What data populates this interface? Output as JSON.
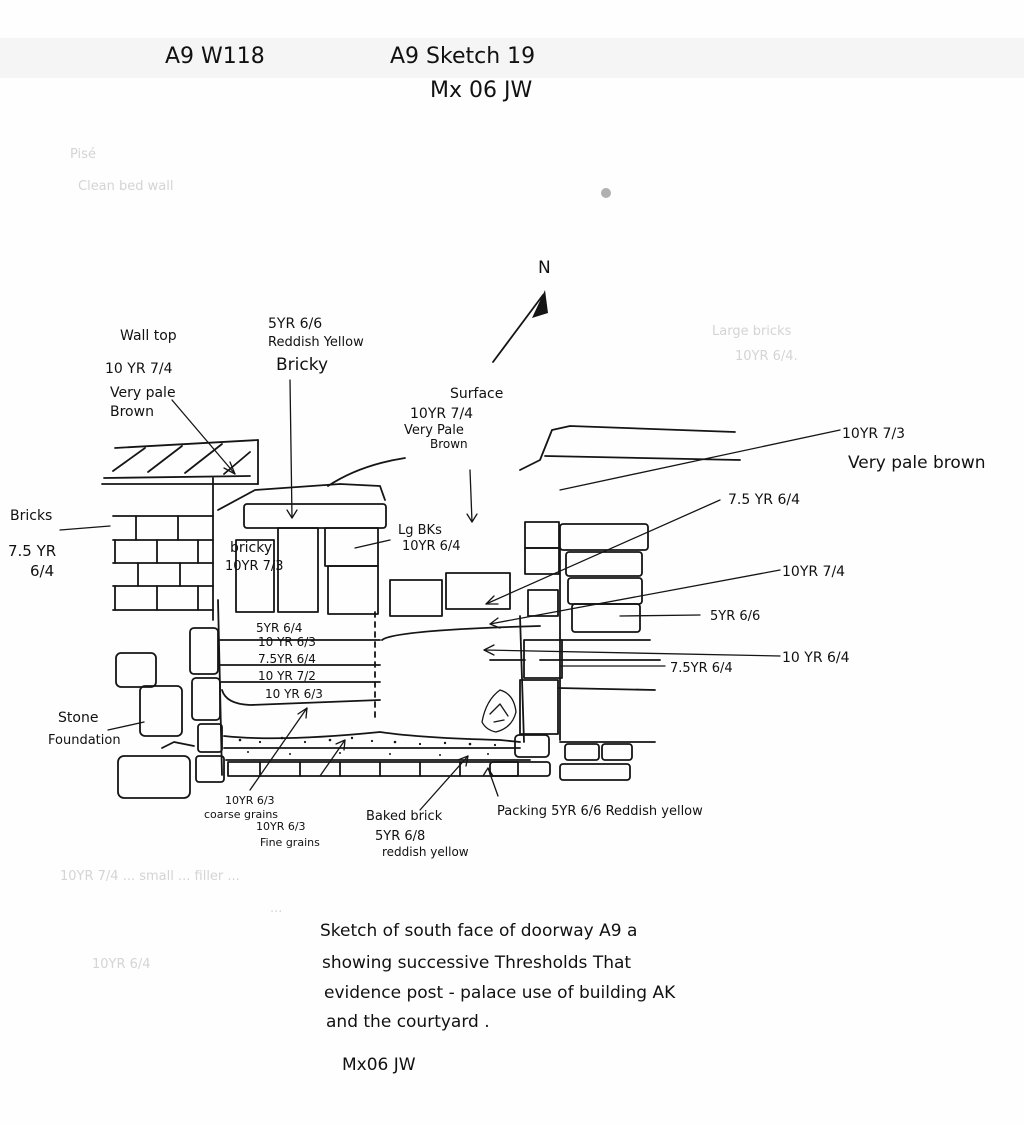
{
  "header": {
    "ref": "A9 W118",
    "sheet": "A9  Sketch 19",
    "initials": "Mx 06  JW"
  },
  "north": "N",
  "labels": {
    "wall_top": [
      "Wall top",
      "10 YR 7/4",
      "Very pale",
      "Brown"
    ],
    "bricky_top": [
      "5YR 6/6",
      "Reddish Yellow",
      "Bricky"
    ],
    "surface": [
      "Surface",
      "10YR 7/4",
      "Very Pale",
      "Brown"
    ],
    "bricks_left": [
      "Bricks",
      "7.5 YR",
      "6/4"
    ],
    "right_top": [
      "10YR 7/3",
      "Very pale brown"
    ],
    "bricky_inner": [
      "bricky",
      "10YR 7/3"
    ],
    "lg_bks": [
      "Lg BKs",
      "10YR 6/4"
    ],
    "layers": [
      "5YR 6/4",
      "10 YR 6/3",
      "7.5YR 6/4",
      "10 YR 7/2",
      "10 YR 6/3"
    ],
    "right_layers": [
      "7.5 YR 6/4",
      "10YR 7/4",
      "5YR 6/6",
      "10 YR 6/4",
      "7.5YR 6/4"
    ],
    "stone_foundation": [
      "Stone",
      "Foundation"
    ],
    "bottom_left": [
      "10YR 6/3",
      "coarse grains",
      "10YR 6/3",
      "Fine grains"
    ],
    "baked_brick": [
      "Baked brick",
      "5YR 6/8",
      "reddish yellow"
    ],
    "packing": "Packing 5YR 6/6 Reddish yellow"
  },
  "caption": [
    "Sketch of south face of doorway A9 a",
    "showing successive Thresholds That",
    "evidence post - palace use of building AK",
    "and the courtyard ."
  ],
  "signature": "Mx06   JW",
  "show_through": {
    "upper_left": [
      "Pisé",
      "Clean bed wall"
    ],
    "upper_right": [
      "Large bricks",
      "10YR 6/4."
    ],
    "lower_line_1": "10YR 7/4 ... small ... filler ...",
    "lower_line_2": "...",
    "lower_left": "10YR 6/4"
  }
}
